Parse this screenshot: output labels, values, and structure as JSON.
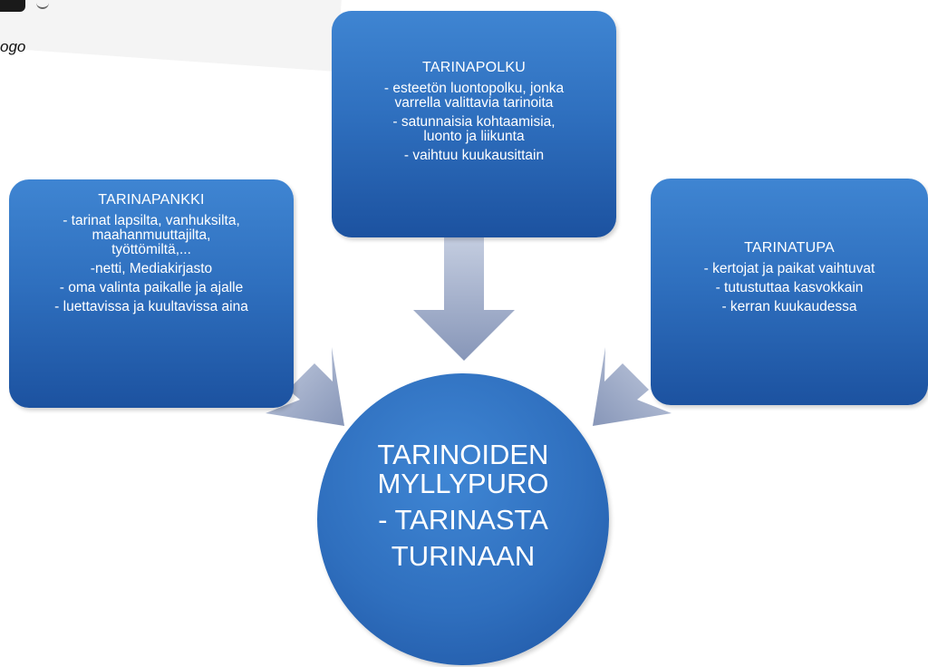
{
  "logo": {
    "caption": "ogo"
  },
  "center": {
    "lines": [
      "TARINOIDEN",
      "MYLLYPURO",
      "- TARINASTA",
      "TURINAAN"
    ]
  },
  "boxes": {
    "left": {
      "title": "TARINAPANKKI",
      "lines": [
        "- tarinat lapsilta, vanhuksilta,",
        "maahanmuuttajilta,",
        "työttömiltä,...",
        "-netti, Mediakirjasto",
        "- oma valinta paikalle ja ajalle",
        "- luettavissa  ja kuultavissa aina"
      ]
    },
    "top": {
      "title": "TARINAPOLKU",
      "lines": [
        "- esteetön luontopolku, jonka",
        "varrella valittavia tarinoita",
        "- satunnaisia kohtaamisia,",
        "luonto ja liikunta",
        "- vaihtuu kuukausittain"
      ]
    },
    "right": {
      "title": "TARINATUPA",
      "lines": [
        "- kertojat ja paikat vaihtuvat",
        "- tutustuttaa kasvokkain",
        "- kerran kuukaudessa"
      ]
    }
  },
  "colors": {
    "box_top": "#3f85d2",
    "box_bottom": "#1c52a0",
    "arrow": "#9aa8c8",
    "text": "#ffffff"
  }
}
